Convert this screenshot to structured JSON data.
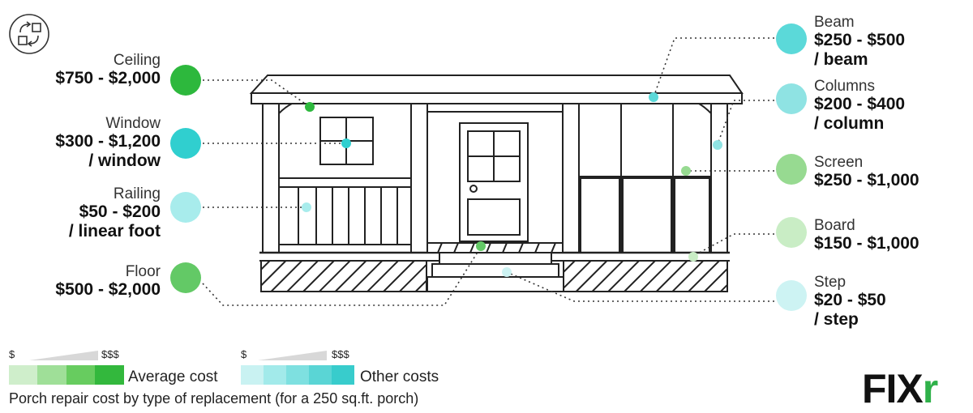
{
  "items": [
    {
      "name": "Ceiling",
      "value_line1": "$750 - $2,000",
      "value_line2": "",
      "color": "#2db83d"
    },
    {
      "name": "Window",
      "value_line1": "$300 - $1,200",
      "value_line2": "/ window",
      "color": "#30cfcf"
    },
    {
      "name": "Railing",
      "value_line1": "$50 - $200",
      "value_line2": "/ linear foot",
      "color": "#a8ecec"
    },
    {
      "name": "Floor",
      "value_line1": "$500 - $2,000",
      "value_line2": "",
      "color": "#63c966"
    },
    {
      "name": "Beam",
      "value_line1": "$250 - $500",
      "value_line2": "/ beam",
      "color": "#5bd9d9"
    },
    {
      "name": "Columns",
      "value_line1": "$200 - $400",
      "value_line2": "/ column",
      "color": "#8fe3e3"
    },
    {
      "name": "Screen",
      "value_line1": "$250 - $1,000",
      "value_line2": "",
      "color": "#97da91"
    },
    {
      "name": "Board",
      "value_line1": "$150 - $1,000",
      "value_line2": "",
      "color": "#c9edc5"
    },
    {
      "name": "Step",
      "value_line1": "$20 - $50",
      "value_line2": "/ step",
      "color": "#cdf3f3"
    }
  ],
  "legend": {
    "average": {
      "label": "Average cost",
      "low": "$",
      "high": "$$$",
      "colors": [
        "#cfeecb",
        "#9fdf98",
        "#67cc5f",
        "#33b83d"
      ]
    },
    "other": {
      "label": "Other costs",
      "low": "$",
      "high": "$$$",
      "colors": [
        "#c9f2f2",
        "#a2eaea",
        "#7ee0e0",
        "#5ad5d5",
        "#38cccc"
      ]
    }
  },
  "caption": "Porch repair cost by type of replacement (for a 250 sq.ft. porch)",
  "brand": {
    "main": "FIX",
    "accent": "r"
  },
  "icons": {
    "logo": "arrows-replace-icon"
  }
}
